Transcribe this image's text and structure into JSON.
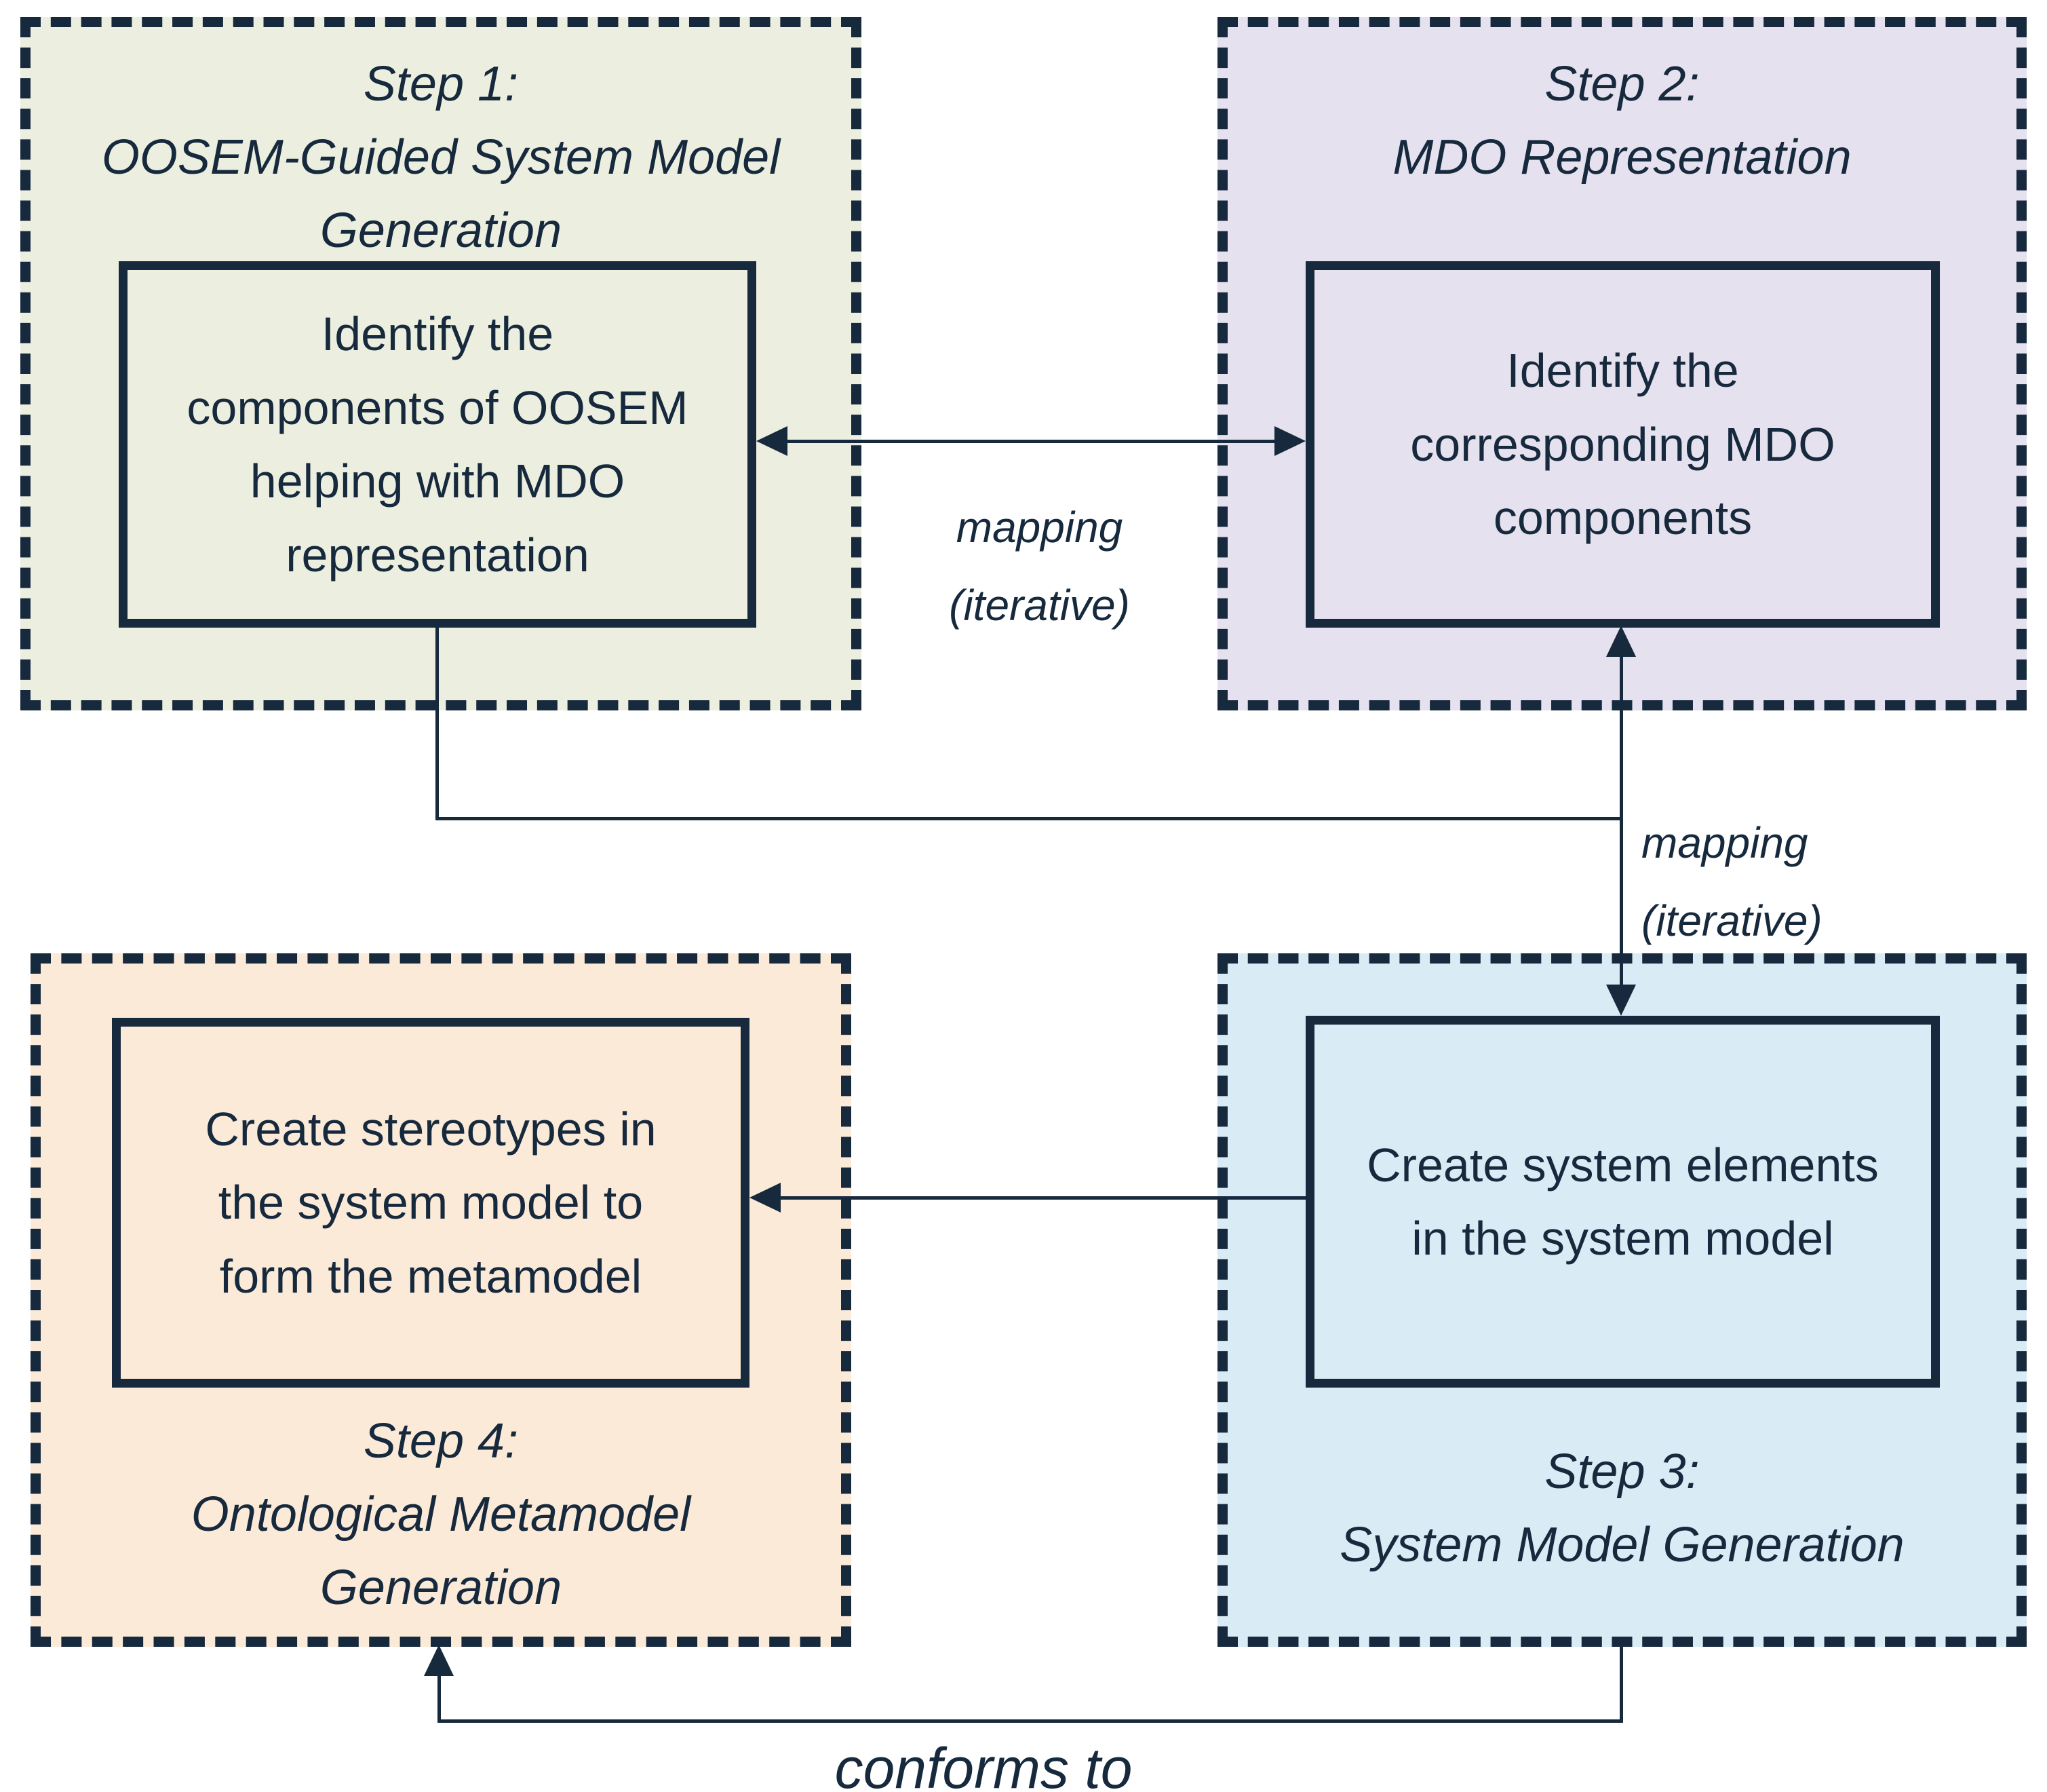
{
  "diagram": {
    "colors": {
      "ink": "#16293d",
      "background": "#ffffff"
    },
    "steps": [
      {
        "name": "step-1",
        "title": "Step 1:\nOOSEM-Guided System Model\nGeneration",
        "task": "Identify the\ncomponents of OOSEM\nhelping with MDO\nrepresentation",
        "fill": "#ecefdf"
      },
      {
        "name": "step-2",
        "title": "Step 2:\nMDO Representation",
        "task": "Identify the\ncorresponding MDO\ncomponents",
        "fill": "#e6e1ee"
      },
      {
        "name": "step-3",
        "title": "Step 3:\nSystem Model Generation",
        "task": "Create system elements\nin the system model",
        "fill": "#d9ebf4"
      },
      {
        "name": "step-4",
        "title": "Step 4:\nOntological Metamodel\nGeneration",
        "task": "Create stereotypes in\nthe system model to\nform the metamodel",
        "fill": "#fcead8"
      }
    ],
    "connectors": {
      "mapping_step1_step2": "mapping\n(iterative)",
      "mapping_step2_step3": "mapping\n(iterative)",
      "conforms_to": "conforms to"
    }
  }
}
